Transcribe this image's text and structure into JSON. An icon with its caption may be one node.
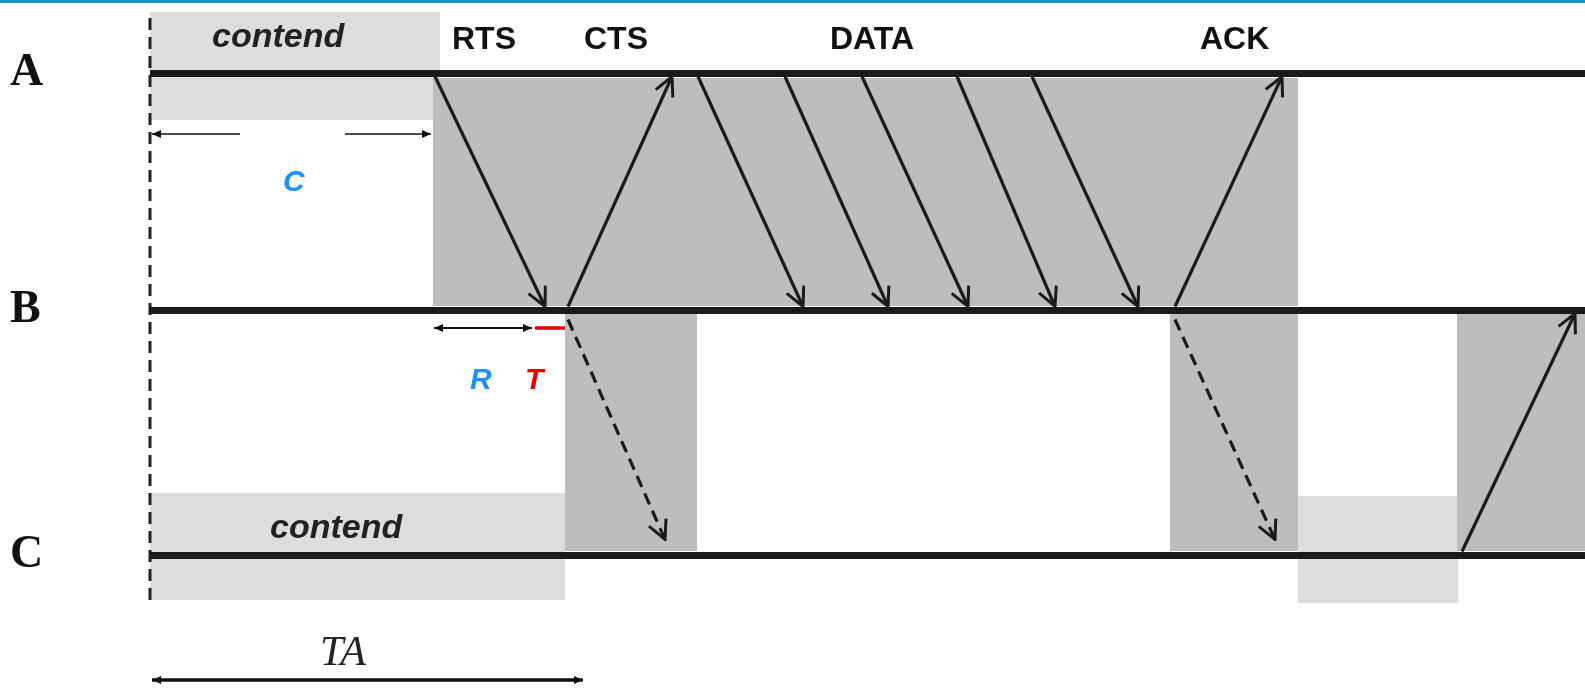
{
  "diagram": {
    "nodes": [
      {
        "text": [
          "A"
        ]
      },
      {
        "text": [
          "B"
        ]
      },
      {
        "text": [
          "C"
        ]
      }
    ],
    "edges": [
      {
        "from": 0,
        "to": 1,
        "arrow": "to"
      },
      {
        "from": 1,
        "to": 0,
        "arrow": "to"
      },
      {
        "from": 0,
        "to": 1,
        "arrow": "to"
      },
      {
        "from": 0,
        "to": 1,
        "arrow": "to"
      },
      {
        "from": 0,
        "to": 1,
        "arrow": "to"
      },
      {
        "from": 0,
        "to": 1,
        "arrow": "to"
      },
      {
        "from": 0,
        "to": 1,
        "arrow": "to"
      },
      {
        "from": 1,
        "to": 0,
        "arrow": "to"
      },
      {
        "from": 1,
        "to": 2,
        "arrow": "to",
        "style": "dashed"
      },
      {
        "from": 1,
        "to": 2,
        "arrow": "to",
        "style": "dashed"
      },
      {
        "from": 2,
        "to": 1,
        "arrow": "to"
      }
    ],
    "labels": [
      "contend",
      "RTS",
      "CTS",
      "DATA",
      "ACK",
      "C",
      "R",
      "T",
      "contend",
      "TA"
    ]
  }
}
